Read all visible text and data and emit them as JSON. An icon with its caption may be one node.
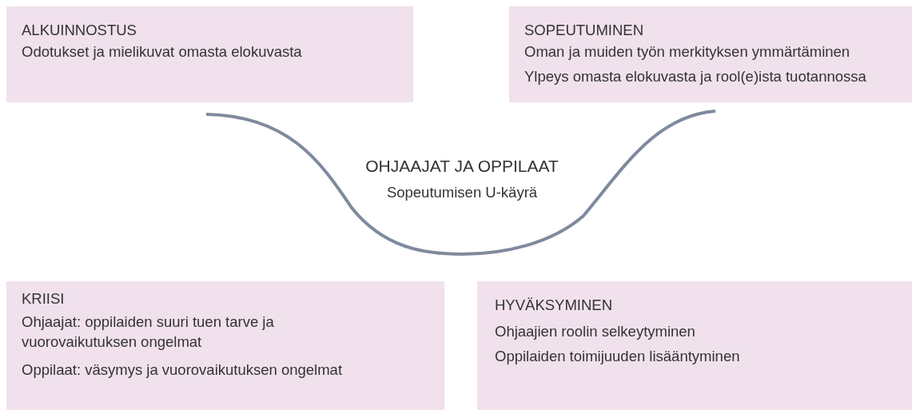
{
  "diagram": {
    "nodes": [
      {
        "text": [
          "ALKUINNOSTUS",
          "Odotukset ja mielikuvat omasta elokuvasta"
        ]
      },
      {
        "text": [
          "SOPEUTUMINEN",
          "Oman ja muiden työn merkityksen ymmärtäminen",
          "Ylpeys omasta elokuvasta ja rool(e)ista tuotannossa"
        ]
      },
      {
        "text": [
          "KRIISI",
          "Ohjaajat: oppilaiden suuri tuen tarve ja vuorovaikutuksen ongelmat",
          "Oppilaat: väsymys ja vuorovaikutuksen ongelmat"
        ]
      },
      {
        "text": [
          "HYVÄKSYMINEN",
          "Ohjaajien roolin selkeytyminen",
          "Oppilaiden toimijuuden lisääntyminen"
        ]
      }
    ],
    "edges": [],
    "labels": [
      "OHJAAJAT JA OPPILAAT",
      "Sopeutumisen U-käyrä"
    ]
  }
}
